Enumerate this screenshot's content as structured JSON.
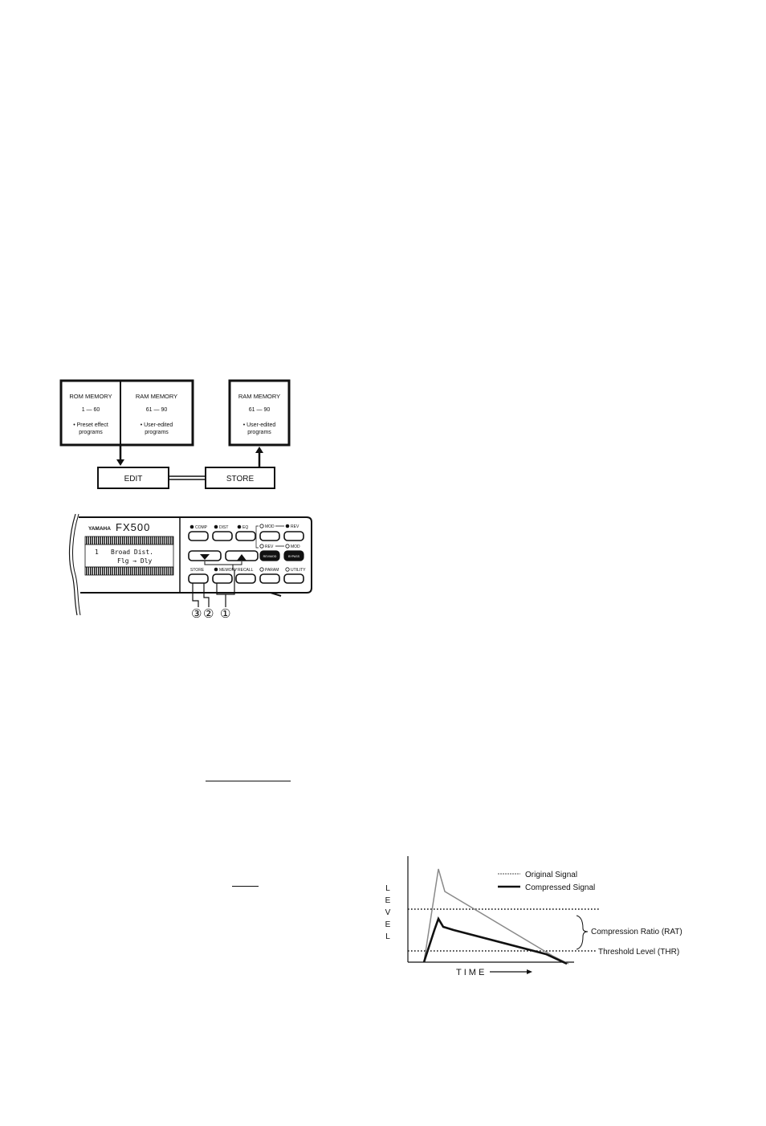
{
  "memory_diagram": {
    "rom_box": {
      "title": "ROM MEMORY",
      "range": "1 — 60",
      "desc_line1": "• Preset effect",
      "desc_line2": "programs"
    },
    "ram_box_left": {
      "title": "RAM MEMORY",
      "range": "61 — 90",
      "desc_line1": "• User-edited",
      "desc_line2": "programs"
    },
    "ram_box_right": {
      "title": "RAM MEMORY",
      "range": "61 — 90",
      "desc_line1": "• User-edited",
      "desc_line2": "programs"
    },
    "edit_label": "EDIT",
    "store_label": "STORE"
  },
  "device_panel": {
    "brand": "YAMAHA",
    "model": "FX500",
    "display_line1": "Broad Dist.",
    "display_line2": "Flg → Dly",
    "display_program_mark": "1",
    "buttons": {
      "comp": "COMP",
      "dist": "DIST",
      "eq": "EQ",
      "mod_top": "MOD",
      "rev_top": "REV",
      "rev_mid": "REV",
      "mod_mid": "MOD",
      "store": "STORE",
      "memory": "MEMORY",
      "recall": "RECALL",
      "param": "PARAM",
      "utility": "UTILITY",
      "rev_mod_sw": "REV/MOD",
      "bypass": "BYPASS"
    },
    "callouts": [
      "③",
      "②",
      "①"
    ]
  },
  "compressor_chart": {
    "legend_original": "Original Signal",
    "legend_compressed": "Compressed Signal",
    "y_letters": [
      "L",
      "E",
      "V",
      "E",
      "L"
    ],
    "x_label": "TIME",
    "ratio_label": "Compression Ratio (RAT)",
    "threshold_label": "Threshold Level (THR)"
  },
  "colors": {
    "ink": "#111111",
    "original_signal": "#8a8a8a",
    "compressed_signal": "#111111"
  }
}
